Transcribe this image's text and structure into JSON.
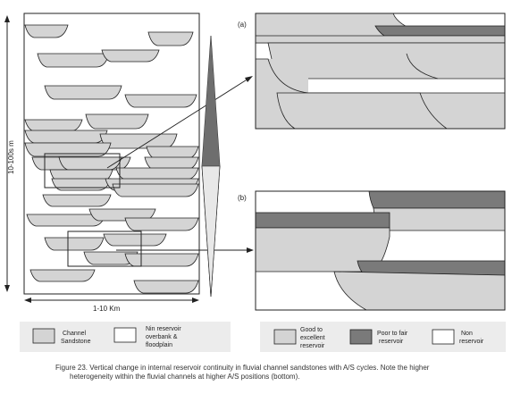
{
  "axes": {
    "vertical_label": "10-100s m",
    "horizontal_label": "1-10 Km"
  },
  "panels": {
    "a_label": "(a)",
    "b_label": "(b)"
  },
  "legend_left": {
    "channel_label_1": "Channel",
    "channel_label_2": "Sandstone",
    "nonres_label_1": "Nin reservoir",
    "nonres_label_2": "overbank &",
    "nonres_label_3": "floodplain"
  },
  "legend_right": {
    "good_label_1": "Good to",
    "good_label_2": "excellent",
    "good_label_3": "reservoir",
    "poor_label_1": "Poor to fair",
    "poor_label_2": "reservoir",
    "non_label_1": "Non",
    "non_label_2": "reservoir"
  },
  "caption": {
    "line1": "Figure 23. Vertical change in internal reservoir continuity in fluvial channel sandstones with A/S cycles. Note the higher",
    "line2": "heterogeneity within the fluvial channels at higher A/S positions (bottom)."
  },
  "colors": {
    "channel_fill": "#d4d4d4",
    "poor_fill": "#7a7a7a",
    "legend_bg": "#ececec",
    "stroke": "#222222"
  }
}
